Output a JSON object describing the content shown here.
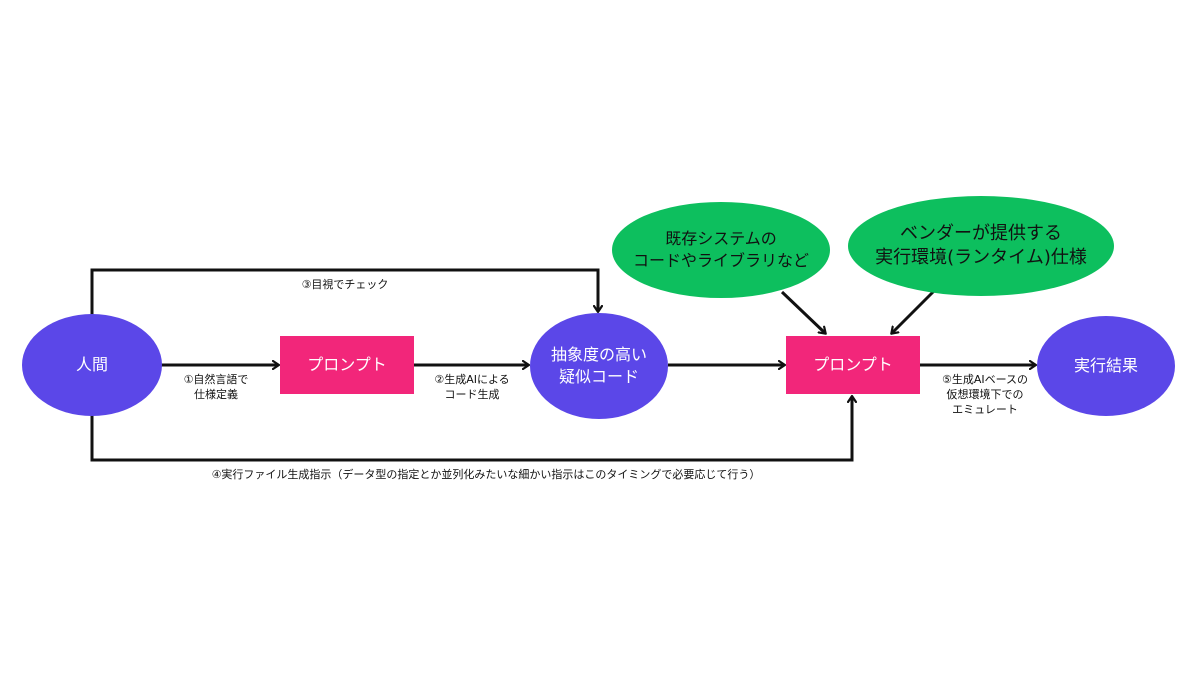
{
  "nodes": {
    "human": "人間",
    "prompt1": "プロンプト",
    "pseudo_code": "抽象度の高い\n疑似コード",
    "prompt2": "プロンプト",
    "result": "実行結果",
    "existing_system": "既存システムの\nコードやライブラリなど",
    "vendor_spec": "ベンダーが提供する\n実行環境(ランタイム)仕様"
  },
  "labels": {
    "step1": "①自然言語で\n仕様定義",
    "step2": "②生成AIによる\nコード生成",
    "step3": "③目視でチェック",
    "step4": "④実行ファイル生成指示（データ型の指定とか並列化みたいな細かい指示はこのタイミングで必要応じて行う）",
    "step5": "⑤生成AIベースの\n仮想環境下での\nエミュレート"
  },
  "colors": {
    "purple": "#5B47E8",
    "green": "#0DBF5E",
    "pink": "#F2267A",
    "arrow": "#111111"
  }
}
